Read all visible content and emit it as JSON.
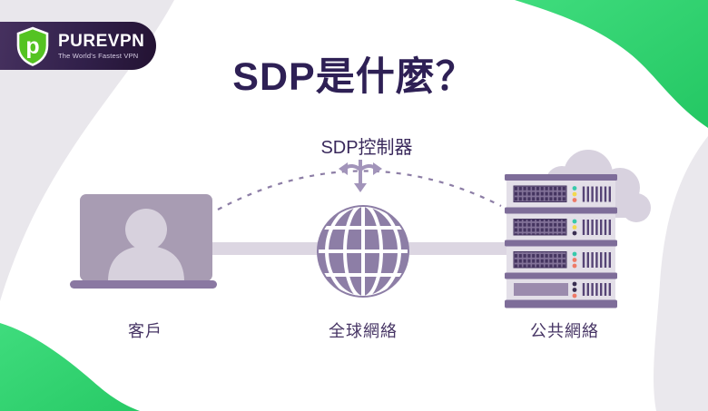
{
  "brand": {
    "name": "PUREVPN",
    "tagline": "The World's Fastest VPN",
    "monogram": "p"
  },
  "title": "SDP是什麼？",
  "diagram": {
    "controller": {
      "label": "SDP控制器"
    },
    "nodes": [
      {
        "id": "client",
        "label": "客戶",
        "icon": "laptop-user-icon"
      },
      {
        "id": "global-network",
        "label": "全球網絡",
        "icon": "globe-icon"
      },
      {
        "id": "public-network",
        "label": "公共網絡",
        "icon": "server-cloud-icon"
      }
    ],
    "server_led_rows": [
      [
        "teal",
        "yellow",
        "red"
      ],
      [
        "teal",
        "yellow",
        "dark"
      ],
      [
        "teal",
        "red",
        "red"
      ],
      [
        "dark",
        "dark",
        "red"
      ]
    ],
    "led_colors": {
      "teal": "#38c9ab",
      "yellow": "#f2d94e",
      "red": "#ee7a68",
      "dark": "#3a2f52"
    }
  },
  "colors": {
    "accent_green": "#2ecf6f",
    "accent_green_light": "#3fdc7d",
    "logo_purple_dark": "#31204a",
    "logo_shield_green": "#54c322",
    "title_text": "#2e2055",
    "label_text": "#463464",
    "icon_purple": "#8d7ea6",
    "icon_muted_purple": "#a89cb3",
    "icon_light": "#d7d1dd",
    "connector_band": "#dcd6e2",
    "surface_gray": "#e9e7ec",
    "server_body": "#e3dfe8",
    "server_bar": "#7e6d99"
  }
}
